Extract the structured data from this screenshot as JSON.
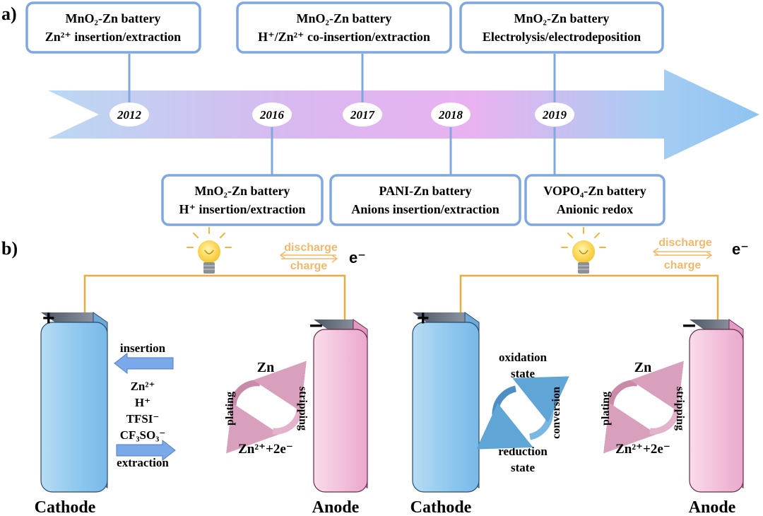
{
  "panel_a": {
    "label": "a)",
    "years": [
      "2012",
      "2016",
      "2017",
      "2018",
      "2019"
    ],
    "events_top": [
      {
        "title": "MnO₂-Zn battery",
        "mechanism": "Zn²⁺ insertion/extraction"
      },
      {
        "title": "MnO₂-Zn battery",
        "mechanism": "H⁺/Zn²⁺ co-insertion/extraction"
      },
      {
        "title": "MnO₂-Zn battery",
        "mechanism": "Electrolysis/electrodeposition"
      }
    ],
    "events_bottom": [
      {
        "title": "MnO₂-Zn battery",
        "mechanism": "H⁺ insertion/extraction"
      },
      {
        "title": "PANI-Zn battery",
        "mechanism": "Anions insertion/extraction"
      },
      {
        "title": "VOPO₄-Zn battery",
        "mechanism": "Anionic redox"
      }
    ]
  },
  "panel_b": {
    "label": "b)",
    "circuit": {
      "discharge": "discharge",
      "charge": "charge",
      "electron": "e⁻"
    },
    "left_cell": {
      "plus": "+",
      "minus": "–",
      "cathode": "Cathode",
      "anode": "Anode",
      "insertion": "insertion",
      "extraction": "extraction",
      "ions": [
        "Zn²⁺",
        "H⁺",
        "TFSI⁻",
        "CF₃SO₃⁻"
      ],
      "zn": "Zn",
      "plating": "plating",
      "stripping": "stripping",
      "ion_eq": "Zn²⁺+2e⁻"
    },
    "right_cell": {
      "plus": "+",
      "minus": "–",
      "cathode": "Cathode",
      "anode": "Anode",
      "oxidation_1": "oxidation",
      "oxidation_2": "state",
      "reduction_1": "reduction",
      "reduction_2": "state",
      "conversion": "conversion",
      "zn": "Zn",
      "plating": "plating",
      "stripping": "stripping",
      "ion_eq": "Zn²⁺+2e⁻"
    }
  },
  "colors": {
    "box_border": "#7fa8e0",
    "wire": "#f0a93c",
    "cathode": "#8cc6ee",
    "anode": "#f1bcd8",
    "ion_arrow": "#6d9de6",
    "cycle_pink": "#d9a0bd",
    "cycle_blue": "#5fa6d6"
  }
}
